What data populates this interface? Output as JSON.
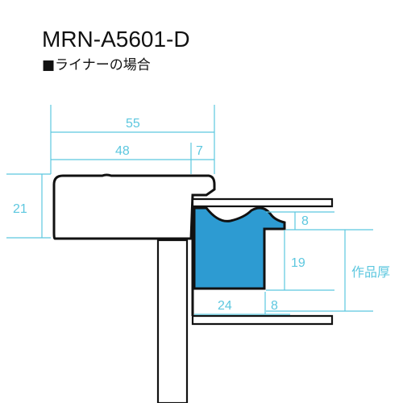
{
  "title": "MRN-A5601-D",
  "subtitle": "■ライナーの場合",
  "dimensions": {
    "width_total": "55",
    "width_main": "48",
    "width_lip": "7",
    "height_left": "21",
    "liner_top_depth": "8",
    "liner_height": "19",
    "liner_bottom_width": "24",
    "liner_bottom_depth": "8",
    "artwork_thickness_label": "作品厚"
  },
  "colors": {
    "dimension": "#5cc7df",
    "accent": "#2d9bd2"
  }
}
